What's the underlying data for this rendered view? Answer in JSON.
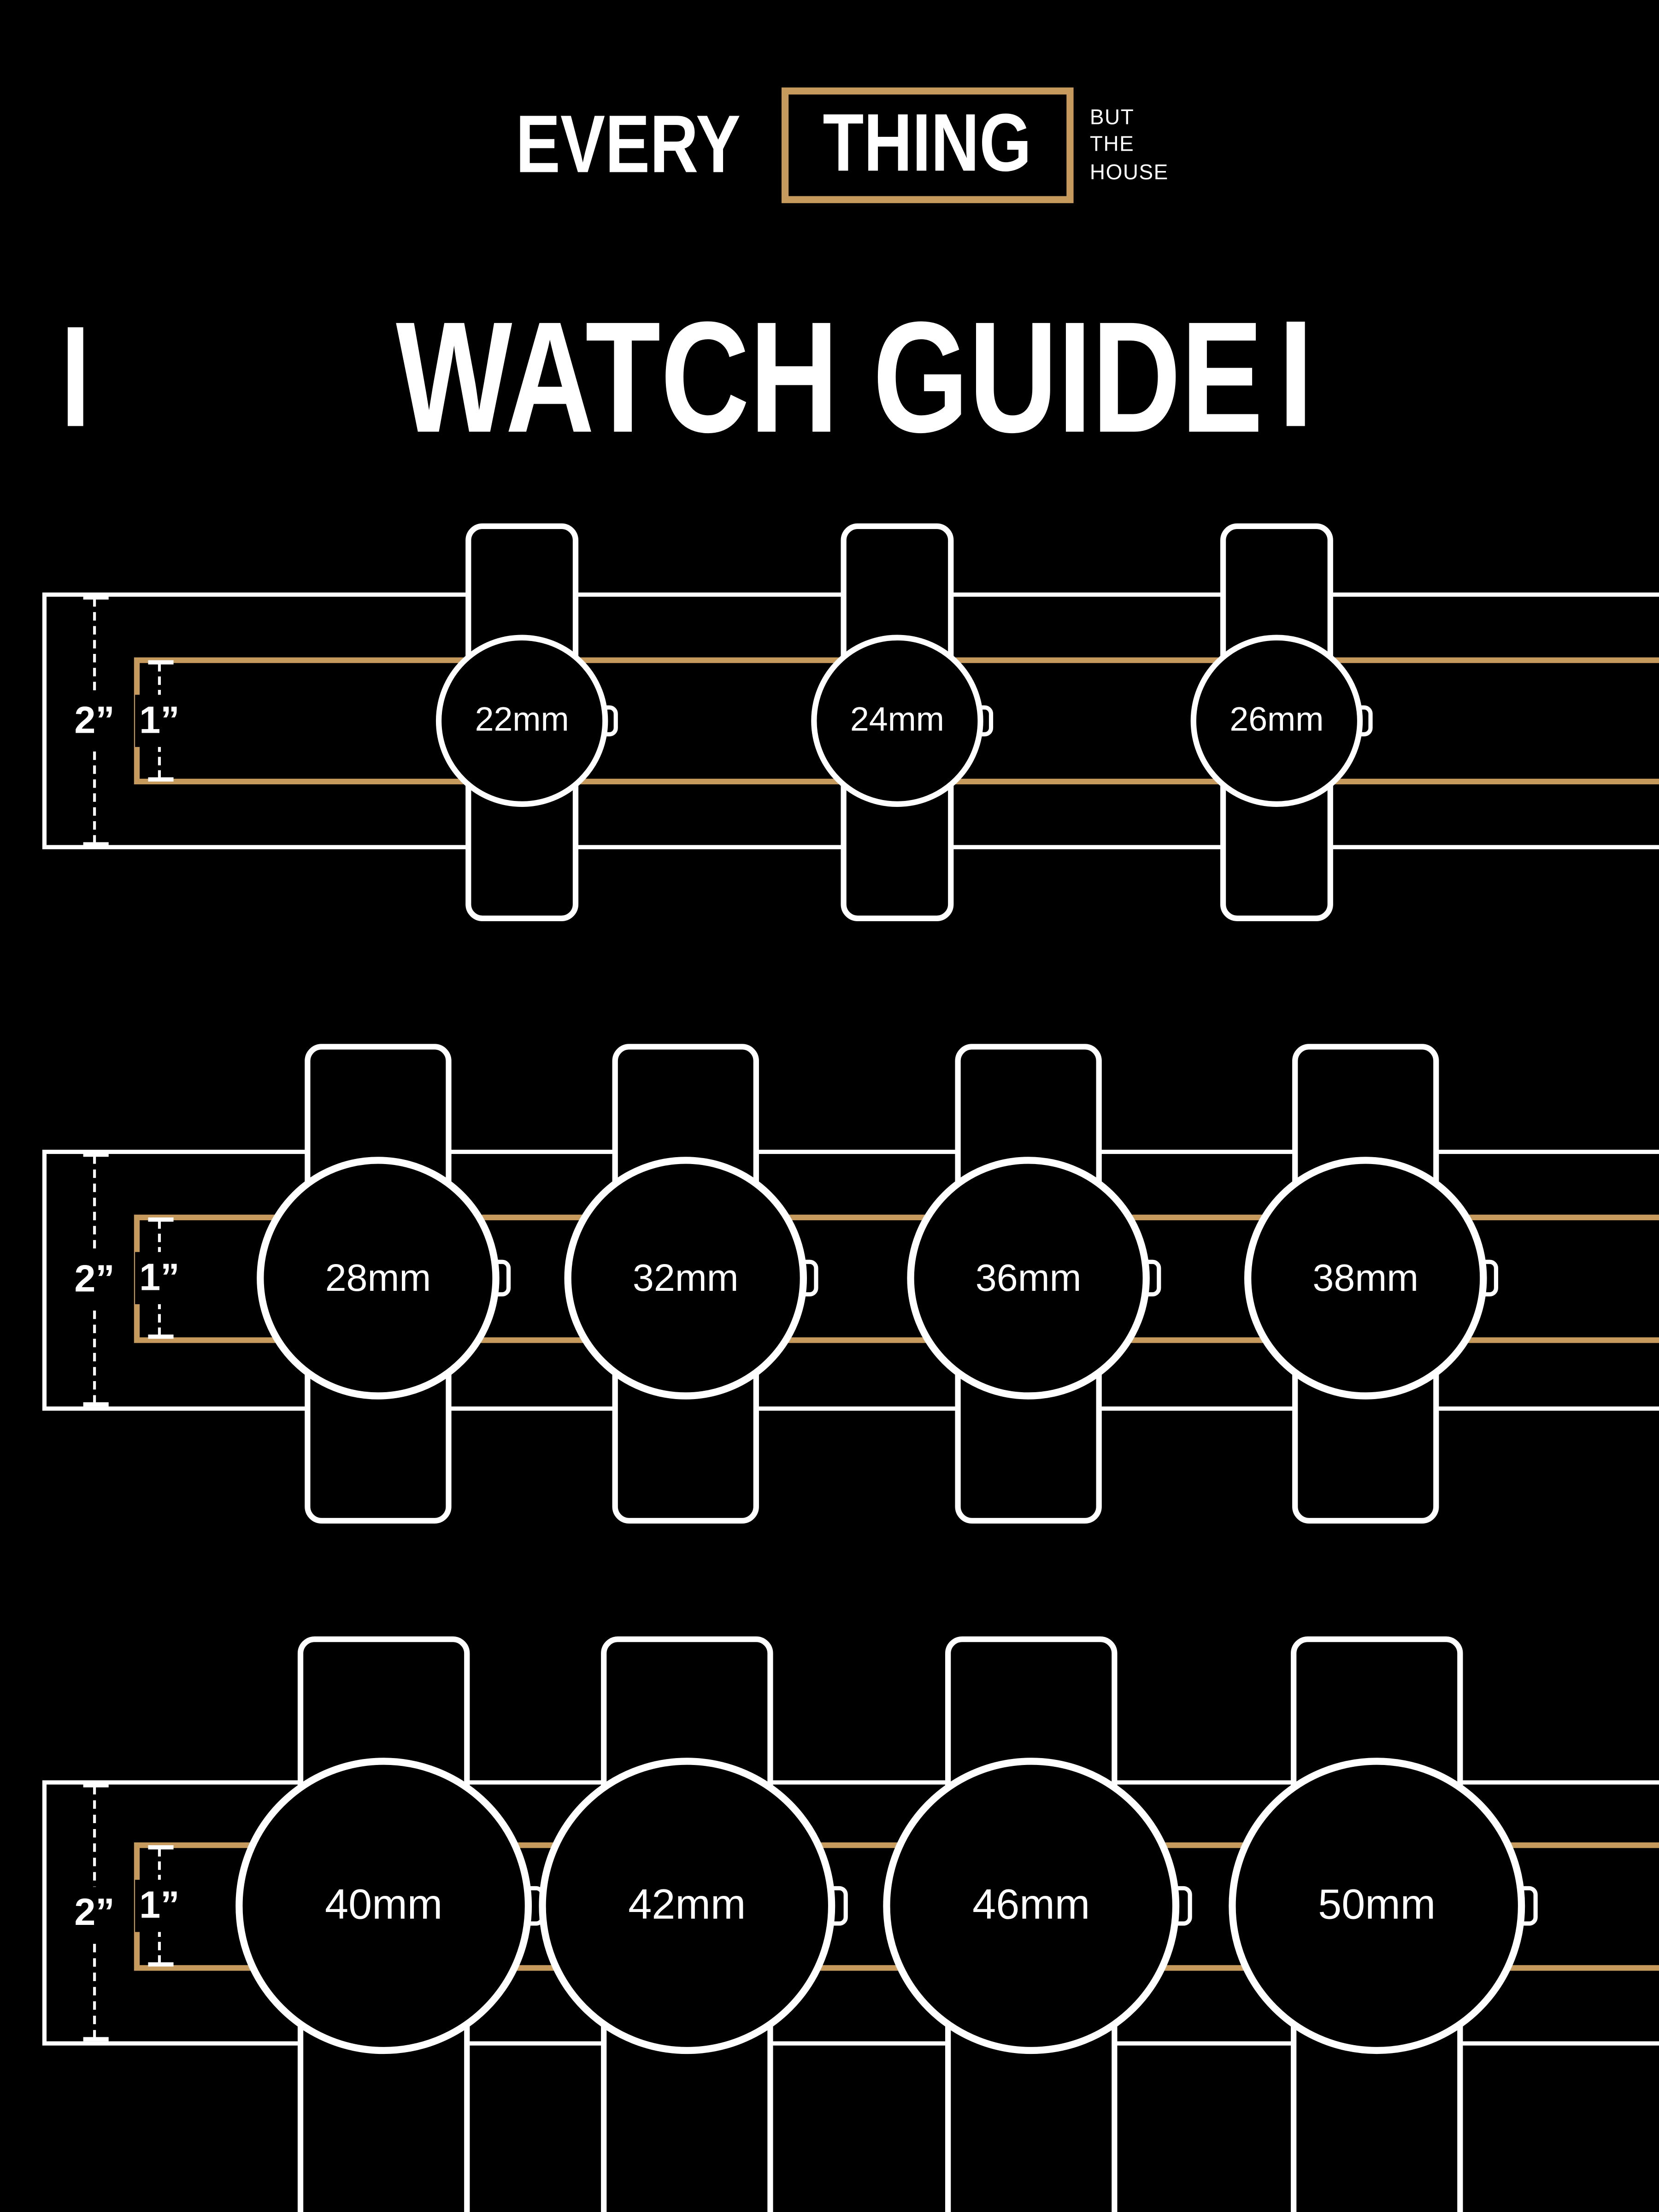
{
  "brand": {
    "word1": "EVERY",
    "word2": "THING",
    "tagline": [
      "BUT",
      "THE",
      "HOUSE"
    ]
  },
  "title": "WATCH GUIDE",
  "colors": {
    "gold": "#C69A5D",
    "white": "#FFFFFF",
    "background": "#000000"
  },
  "rows": [
    {
      "outer_label": "2”",
      "inner_label": "1”",
      "watches": [
        "22mm",
        "24mm",
        "26mm"
      ]
    },
    {
      "outer_label": "2”",
      "inner_label": "1”",
      "watches": [
        "28mm",
        "32mm",
        "36mm",
        "38mm"
      ]
    },
    {
      "outer_label": "2”",
      "inner_label": "1”",
      "watches": [
        "40mm",
        "42mm",
        "46mm",
        "50mm"
      ]
    }
  ]
}
